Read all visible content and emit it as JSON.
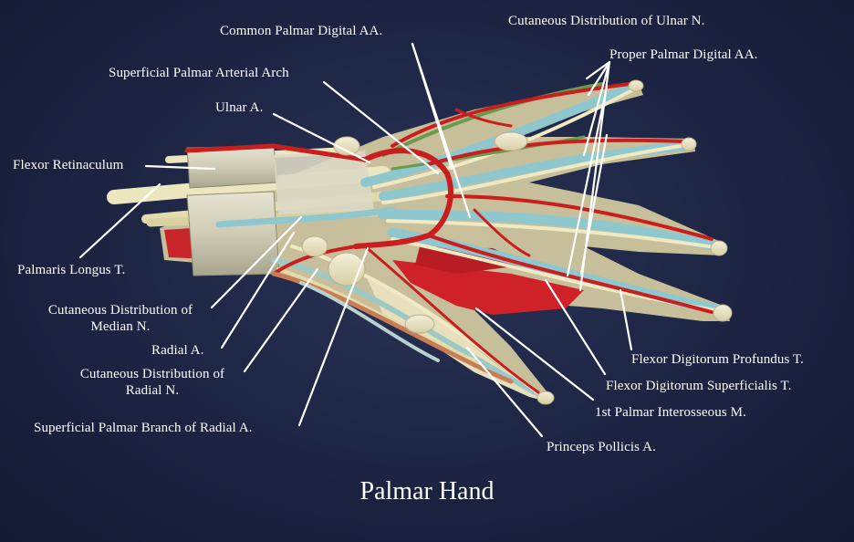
{
  "caption": "Palmar Hand",
  "labels": {
    "common_palmar_digital_aa": "Common Palmar Digital AA.",
    "cutaneous_ulnar_n": "Cutaneous Distribution of Ulnar N.",
    "proper_palmar_digital_aa": "Proper Palmar Digital AA.",
    "superficial_palmar_arterial_arch": "Superficial Palmar Arterial Arch",
    "ulnar_a": "Ulnar A.",
    "flexor_retinaculum": "Flexor Retinaculum",
    "palmaris_longus_t": "Palmaris Longus T.",
    "cutaneous_median_n_line1": "Cutaneous Distribution of",
    "cutaneous_median_n_line2": "Median N.",
    "radial_a": "Radial A.",
    "cutaneous_radial_n_line1": "Cutaneous Distribution of",
    "cutaneous_radial_n_line2": "Radial N.",
    "superficial_palmar_branch_radial_a": "Superficial Palmar Branch of Radial A.",
    "flexor_digitorum_profundus_t": "Flexor Digitorum Profundus T.",
    "flexor_digitorum_superficialis_t": "Flexor Digitorum Superficialis T.",
    "first_palmar_interosseous_m": "1st Palmar Interosseous M.",
    "princeps_pollicis_a": "Princeps Pollicis A."
  },
  "colors": {
    "background": "#1c2442",
    "artery": "#c81e1e",
    "tendon": "#e9e3b8",
    "nerve_blue": "#8fc7cf",
    "muscle": "#d2232a",
    "bone": "#efe9cf",
    "leader_line": "#ffffff"
  }
}
